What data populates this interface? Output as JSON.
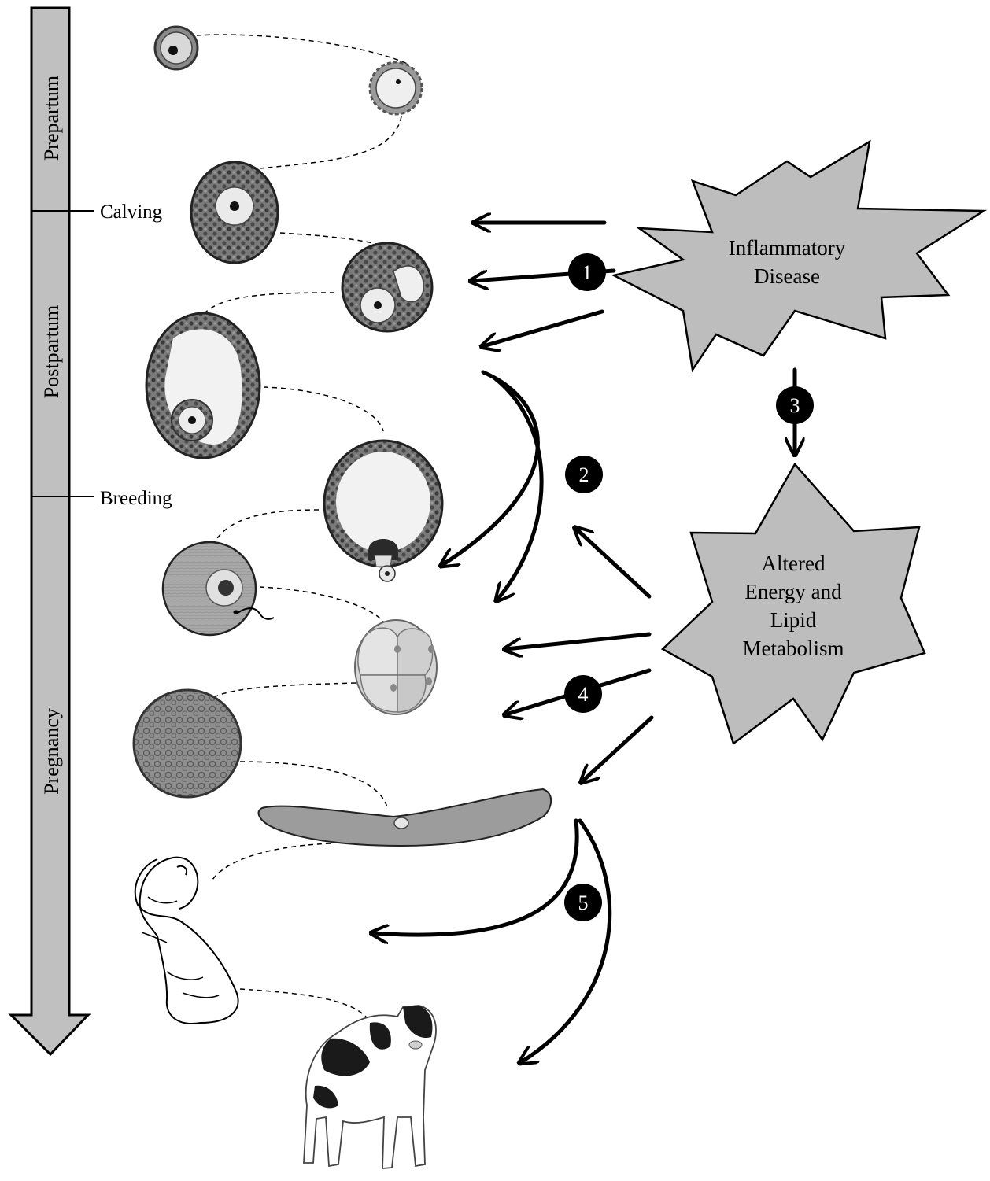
{
  "timeline": {
    "phases": [
      "Prepartum",
      "Postpartum",
      "Pregnancy"
    ],
    "events": [
      "Calving",
      "Breeding"
    ]
  },
  "inflammatory_disease": {
    "line1": "Inflammatory",
    "line2": "Disease"
  },
  "altered_metabolism": {
    "line1": "Altered",
    "line2": "Energy and",
    "line3": "Lipid",
    "line4": "Metabolism"
  },
  "markers": [
    "1",
    "2",
    "3",
    "4",
    "5"
  ],
  "colors": {
    "fill_gray": "#bdbdbd",
    "stroke": "#000000",
    "marker_fill": "#000000",
    "marker_text": "#ffffff"
  },
  "icons": [
    "primordial-follicle-icon",
    "primary-follicle-icon",
    "secondary-follicle-icon",
    "early-antral-follicle-icon",
    "antral-follicle-icon",
    "preovulatory-follicle-icon",
    "ovulated-oocyte-icon",
    "fertilized-oocyte-icon",
    "embryo-4-cell-icon",
    "morula-icon",
    "elongating-conceptus-icon",
    "fetus-icon",
    "calf-icon"
  ]
}
